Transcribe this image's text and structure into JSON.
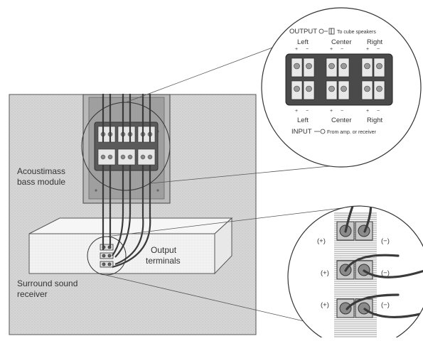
{
  "labels": {
    "bass_module_line1": "Acoustimass",
    "bass_module_line2": "bass module",
    "receiver_line1": "Surround sound",
    "receiver_line2": "receiver",
    "output_terminals_line1": "Output",
    "output_terminals_line2": "terminals"
  },
  "panel_zoom": {
    "output_word": "OUTPUT",
    "output_to": "To cube speakers",
    "input_word": "INPUT",
    "input_from": "From amp. or receiver",
    "channels": [
      "Left",
      "Center",
      "Right"
    ],
    "plus": "+",
    "minus": "−"
  },
  "terminal_zoom": {
    "plus_label": "(+)",
    "minus_label": "(−)"
  },
  "colors": {
    "wall": "#e4e4e4",
    "panel_dark": "#4a4a4a",
    "outline": "#444444"
  }
}
